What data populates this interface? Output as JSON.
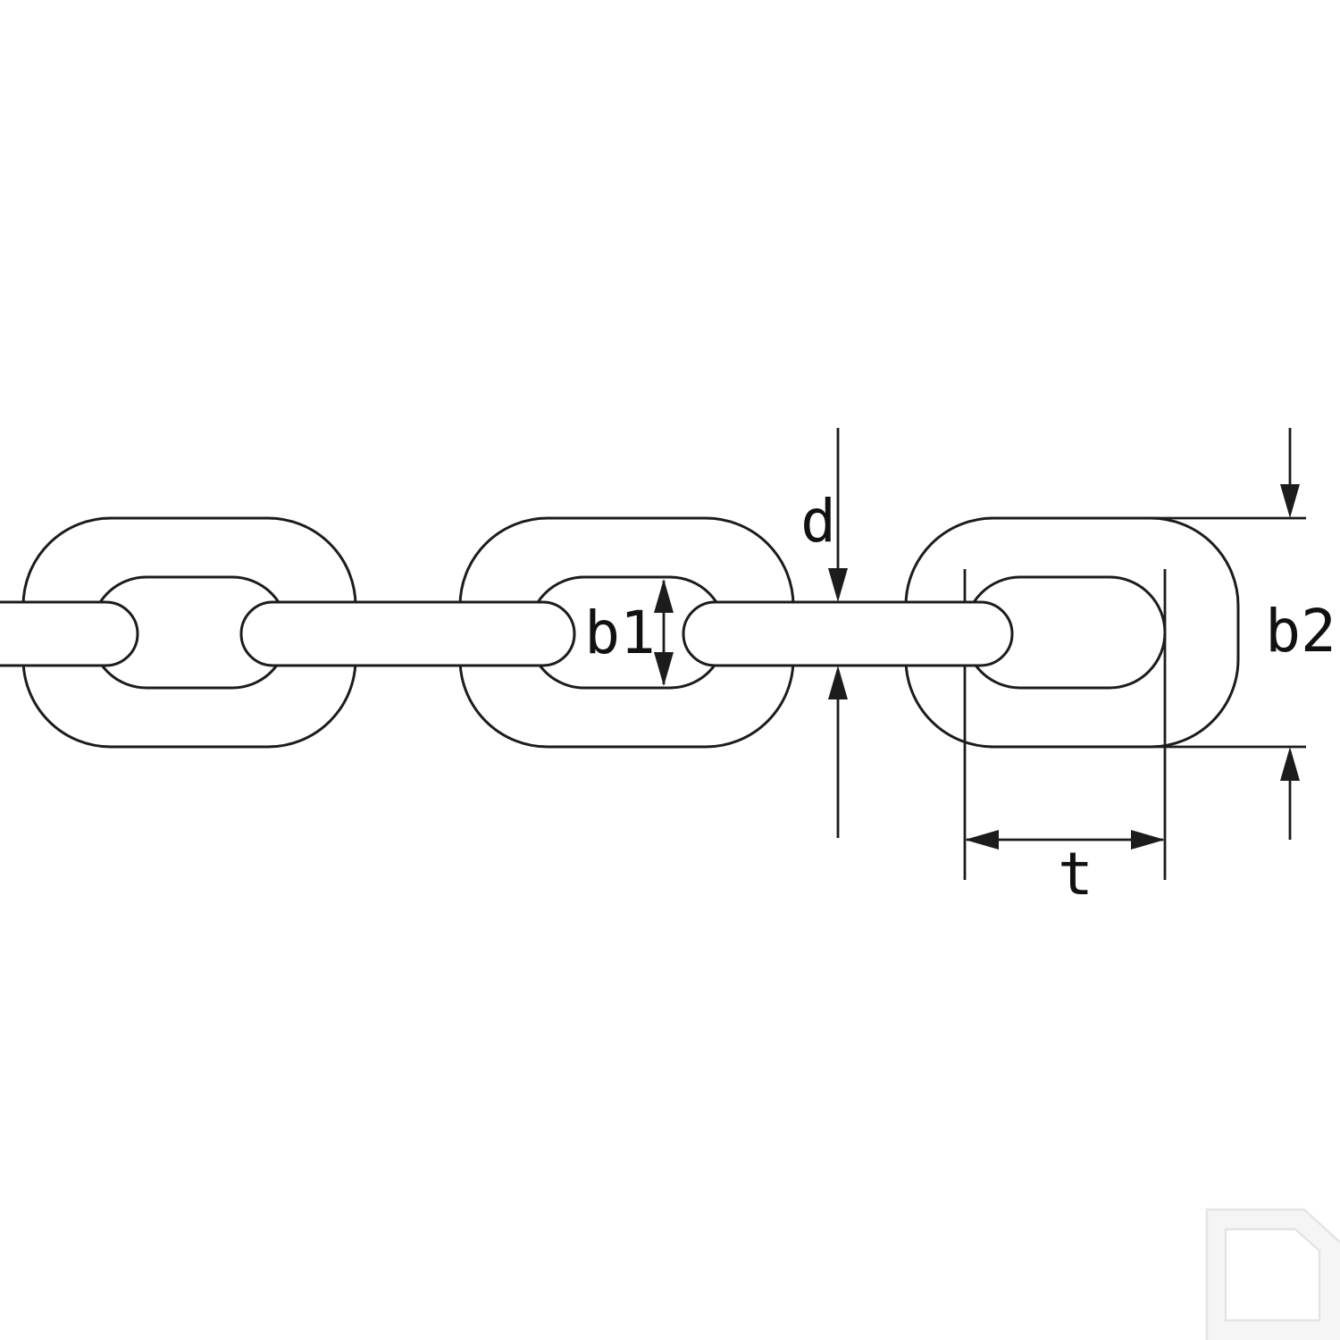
{
  "diagram": {
    "title": "chain-link-dimension-drawing",
    "labels": {
      "wire_diameter": "d",
      "inner_width": "b1",
      "outer_width": "b2",
      "pitch": "t"
    },
    "colors": {
      "line": "#1c1c1c",
      "background": "#ffffff",
      "label": "#111111",
      "watermark_fill": "#f5f5f5",
      "watermark_edge": "#e4e4e4"
    }
  }
}
